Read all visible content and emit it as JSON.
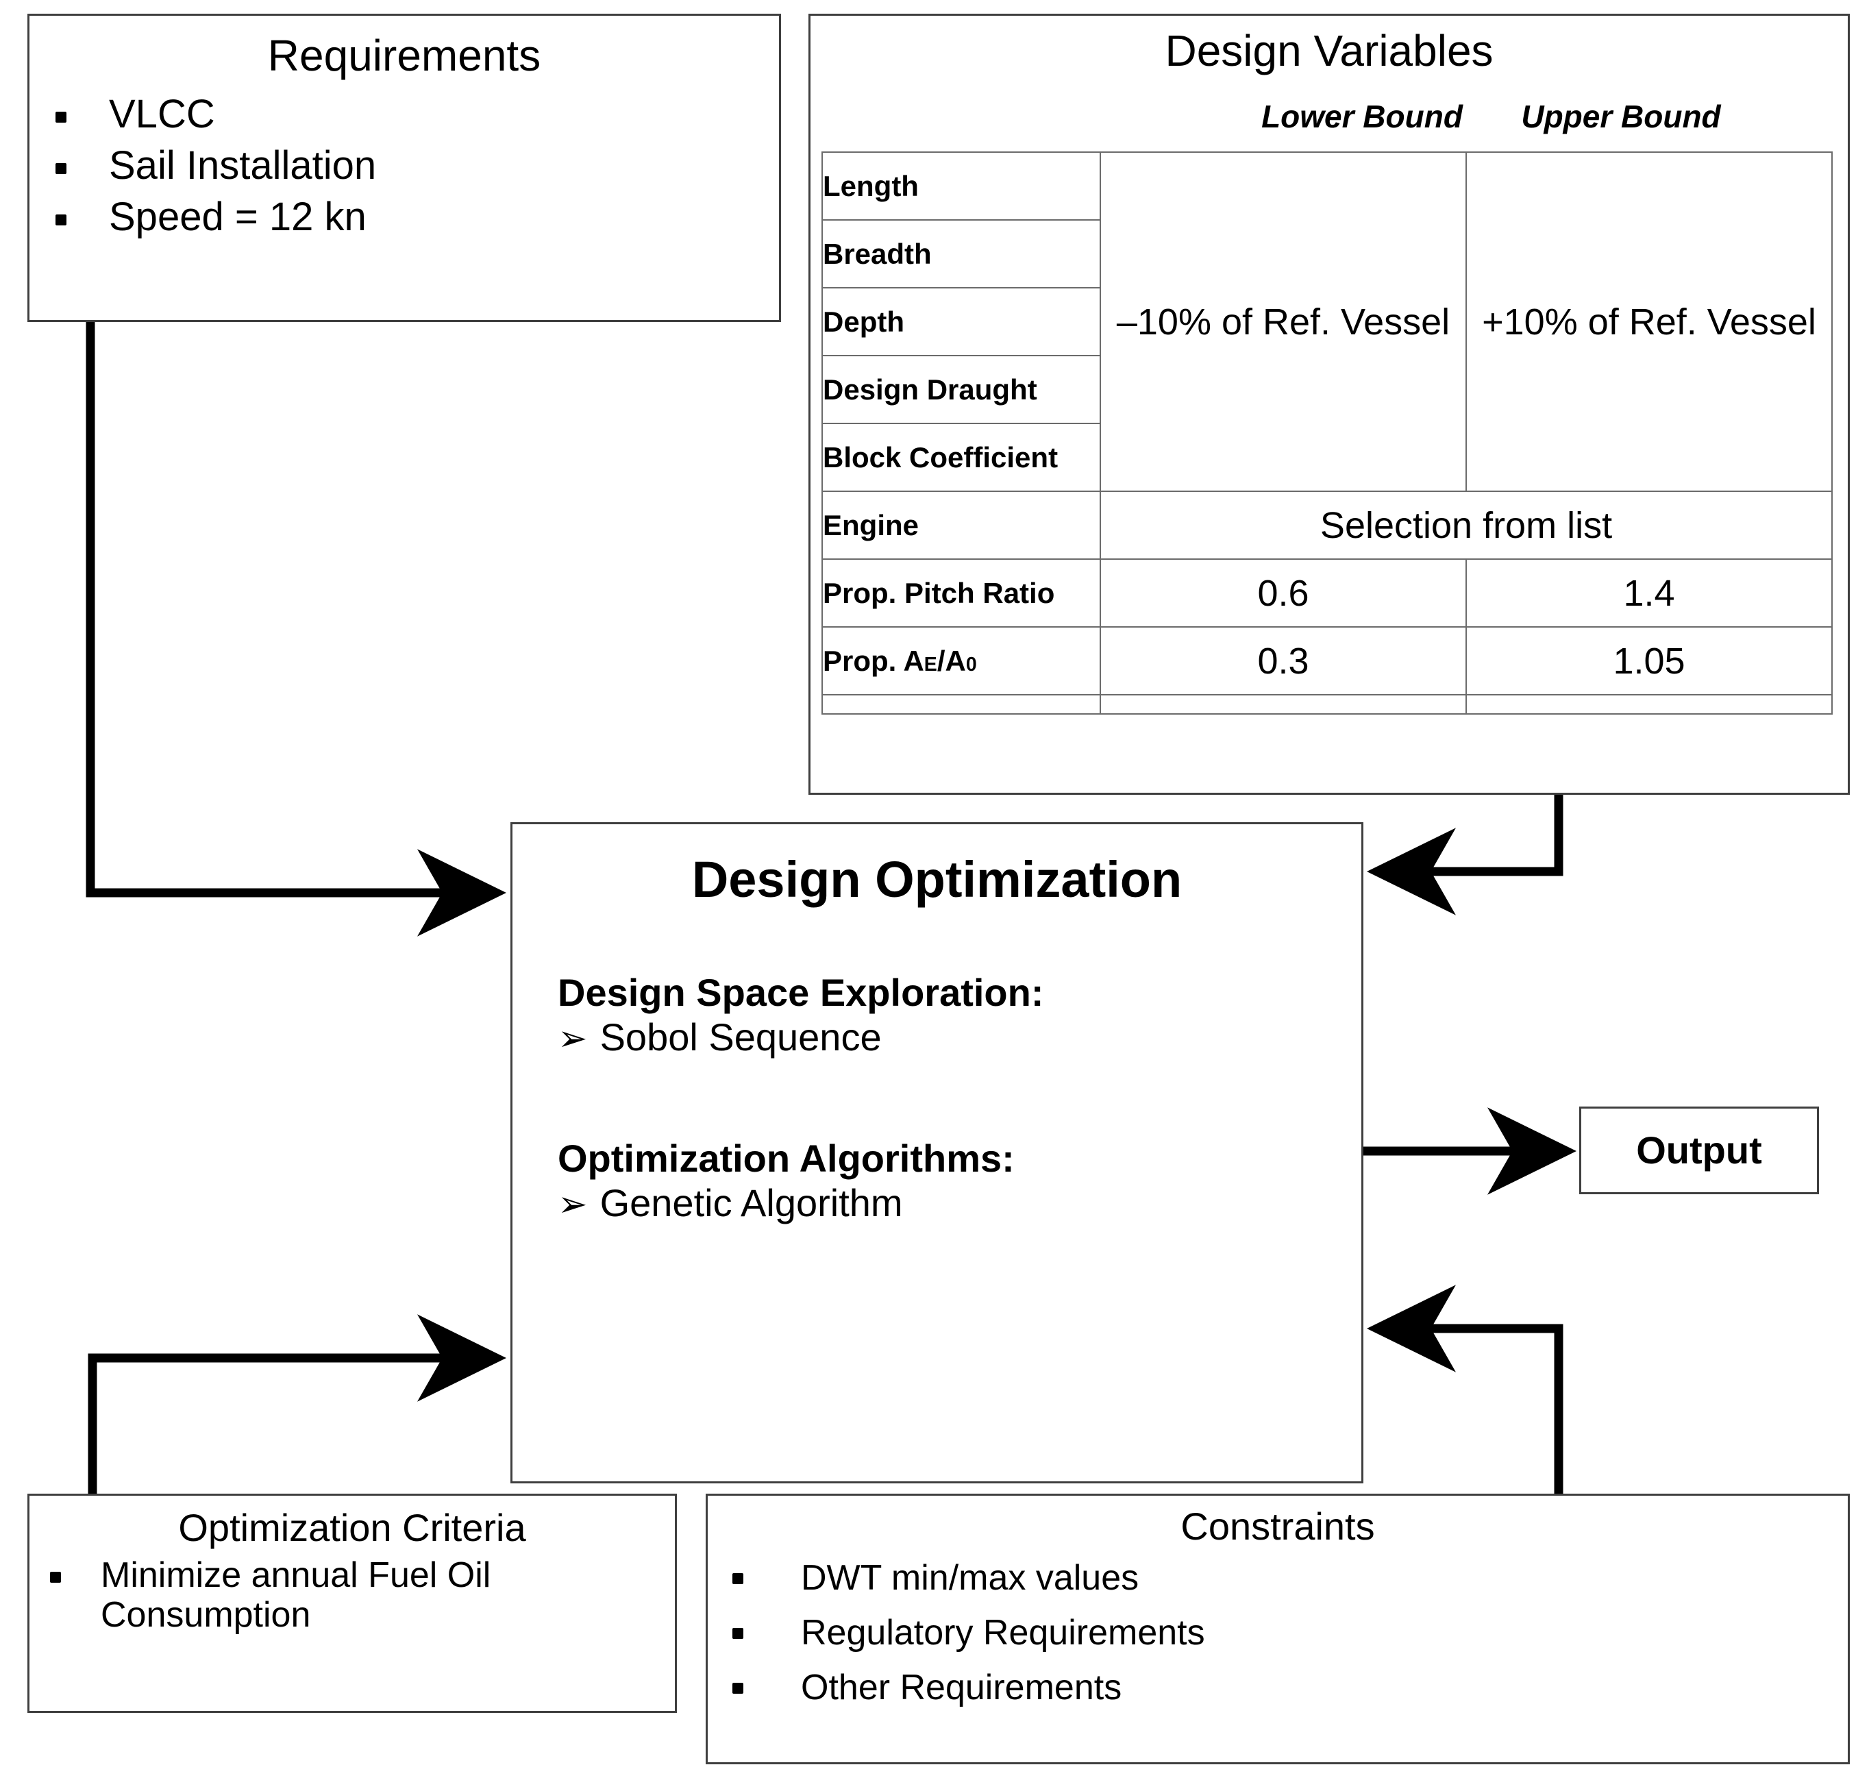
{
  "requirements": {
    "title": "Requirements",
    "items": [
      "VLCC",
      "Sail Installation",
      "Speed = 12 kn"
    ]
  },
  "design_variables": {
    "title": "Design Variables",
    "col_lower": "Lower Bound",
    "col_upper": "Upper Bound",
    "rows": [
      {
        "label": "Length"
      },
      {
        "label": "Breadth"
      },
      {
        "label": "Depth"
      },
      {
        "label": "Design Draught"
      },
      {
        "label": "Block Coefficient"
      },
      {
        "label": "Engine"
      },
      {
        "label": "Prop. Pitch Ratio",
        "lower": "0.6",
        "upper": "1.4"
      },
      {
        "label_pre": "Prop. A",
        "label_sub1": "E",
        "label_mid": "/A",
        "label_sub2": "0",
        "lower": "0.3",
        "upper": "1.05"
      }
    ],
    "merged_lower": "–10% of Ref. Vessel",
    "merged_upper": "+10% of Ref. Vessel",
    "engine_value": "Selection from list"
  },
  "design_optimization": {
    "title": "Design Optimization",
    "section1_heading": "Design Space  Exploration:",
    "section1_item": "Sobol Sequence",
    "section2_heading": "Optimization Algorithms:",
    "section2_item": "Genetic Algorithm",
    "arrow_glyph": "➢"
  },
  "output": {
    "label": "Output"
  },
  "optimization_criteria": {
    "title": "Optimization Criteria",
    "items": [
      "Minimize annual  Fuel Oil Consumption"
    ]
  },
  "constraints": {
    "title": "Constraints",
    "items": [
      "DWT min/max values",
      "Regulatory Requirements",
      "Other Requirements"
    ]
  },
  "colors": {
    "box_border": "#3f3f3f",
    "table_border": "#6b6b6b",
    "connector": "#000000",
    "background": "#ffffff"
  }
}
